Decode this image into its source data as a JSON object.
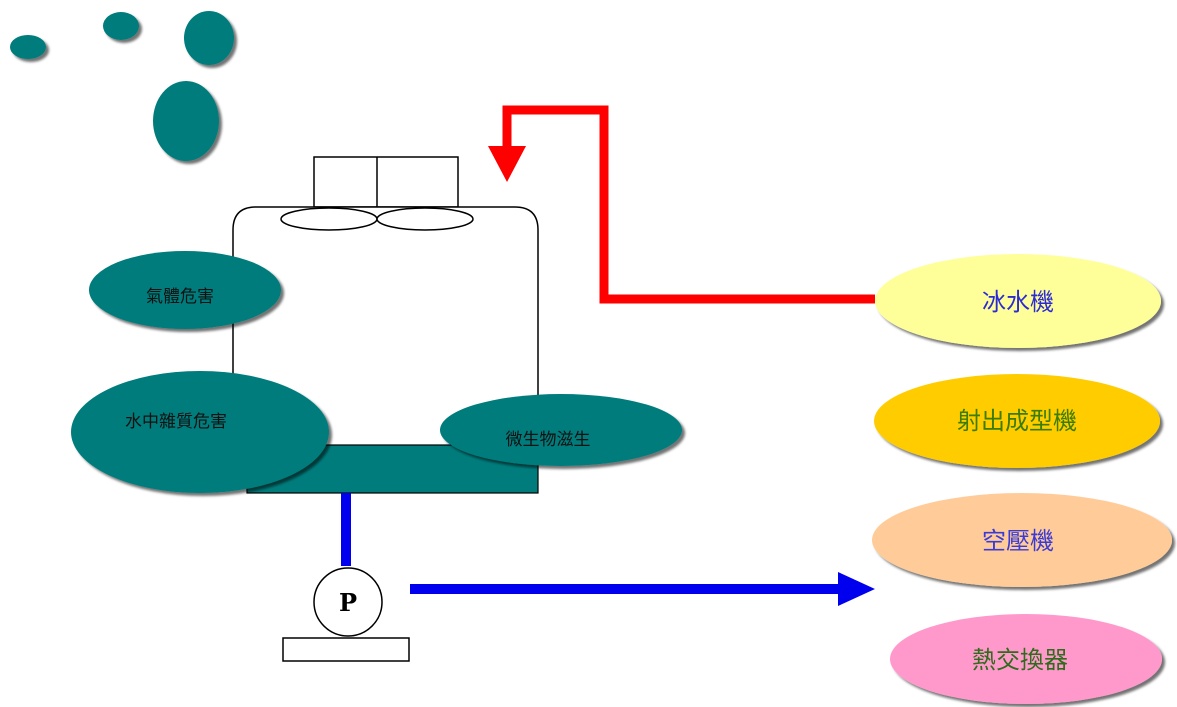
{
  "hazards": {
    "gas": "氣體危害",
    "water_impurity": "水中雜質危害",
    "microbe": "微生物滋生"
  },
  "pump": {
    "label": "P"
  },
  "machines": [
    {
      "label": "冰水機",
      "fill": "#ffff99",
      "text_color": "#2b2bd6"
    },
    {
      "label": "射出成型機",
      "fill": "#ffcc00",
      "text_color": "#3a7d00"
    },
    {
      "label": "空壓機",
      "fill": "#ffcc99",
      "text_color": "#3a3ad6"
    },
    {
      "label": "熱交換器",
      "fill": "#ff99cc",
      "text_color": "#2e6b1a"
    }
  ],
  "colors": {
    "teal": "#007c7c",
    "return_pipe": "#ff0000",
    "supply_pipe": "#0000ee"
  }
}
